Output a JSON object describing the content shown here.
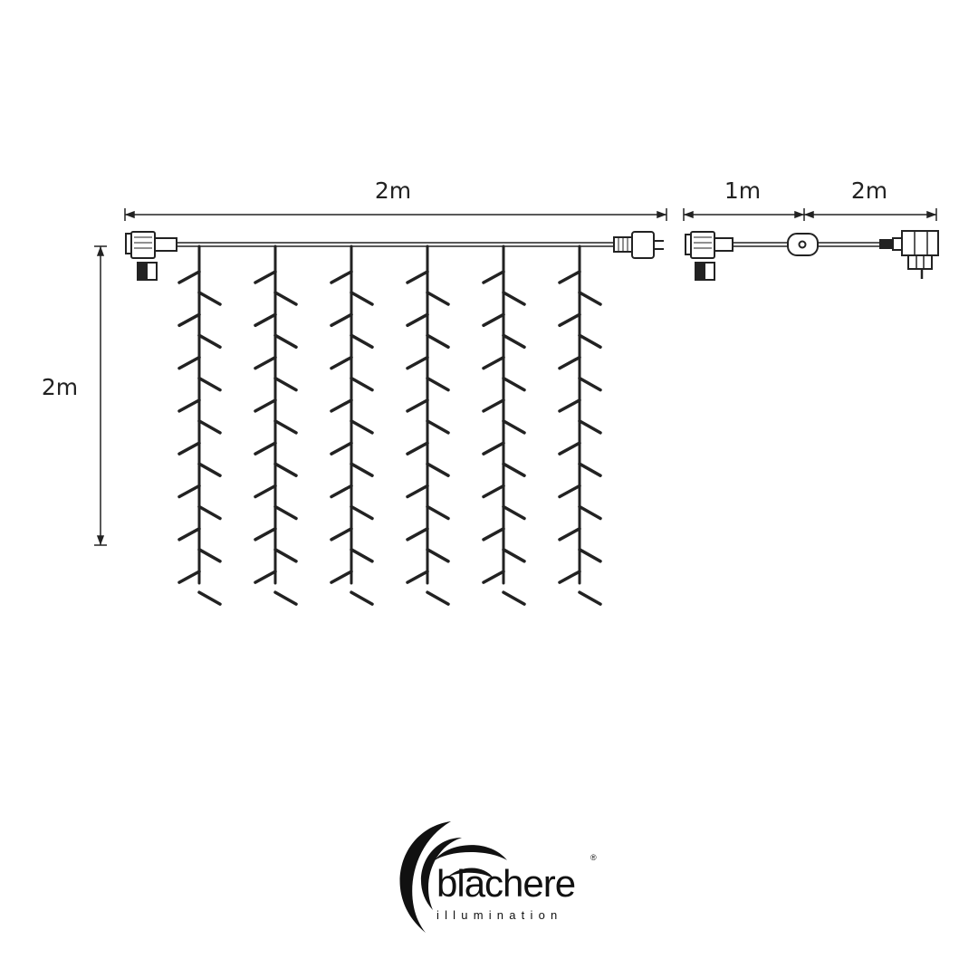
{
  "dimensions": {
    "curtain_width": "2m",
    "curtain_height": "2m",
    "extension_cable": "1m",
    "power_cable": "2m"
  },
  "diagram": {
    "strand_count": 6,
    "leds_per_side": 8,
    "line_color": "#222222"
  },
  "logo": {
    "brand": "blachere",
    "tagline": "illumination",
    "registered": "®"
  }
}
